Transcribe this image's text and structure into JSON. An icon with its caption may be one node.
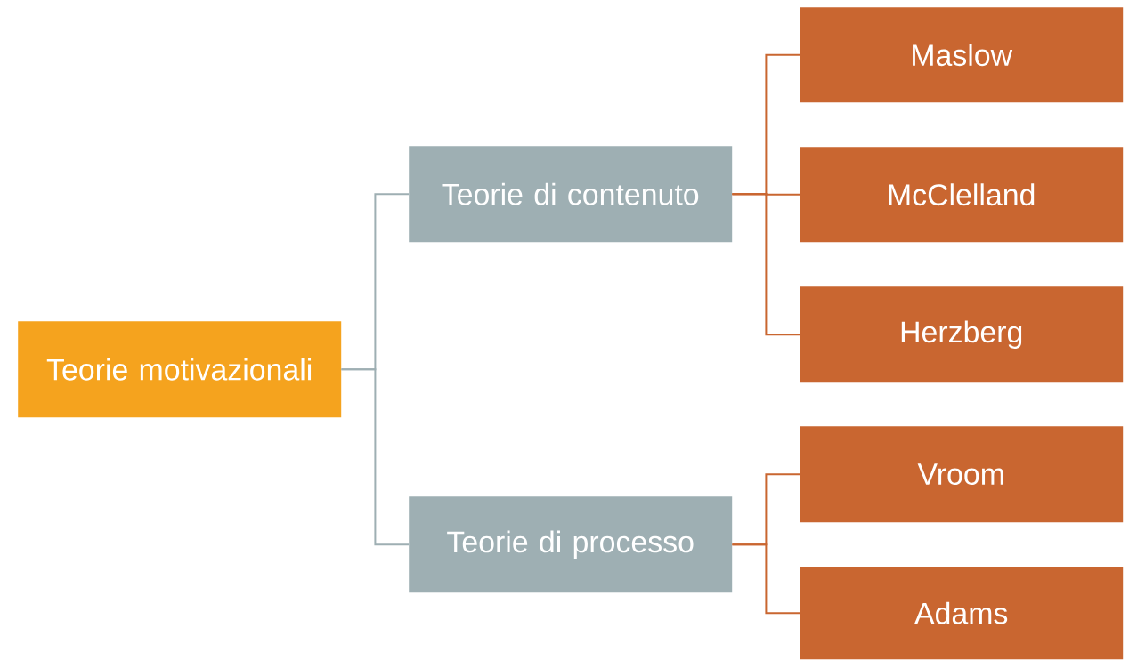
{
  "diagram": {
    "nodes": [
      {
        "text": [
          "Teorie motivazionali"
        ]
      },
      {
        "text": [
          "Teorie di contenuto"
        ]
      },
      {
        "text": [
          "Teorie di processo"
        ]
      },
      {
        "text": [
          "Maslow"
        ]
      },
      {
        "text": [
          "McClelland"
        ]
      },
      {
        "text": [
          "Herzberg"
        ]
      },
      {
        "text": [
          "Vroom"
        ]
      },
      {
        "text": [
          "Adams"
        ]
      }
    ],
    "edges": [
      {
        "from": 0,
        "to": 1,
        "arrow": "none",
        "color": "#9eafb3"
      },
      {
        "from": 0,
        "to": 2,
        "arrow": "none",
        "color": "#9eafb3"
      },
      {
        "from": 1,
        "to": 3,
        "arrow": "none",
        "color": "#c96630"
      },
      {
        "from": 1,
        "to": 4,
        "arrow": "none",
        "color": "#c96630"
      },
      {
        "from": 1,
        "to": 5,
        "arrow": "none",
        "color": "#c96630"
      },
      {
        "from": 2,
        "to": 6,
        "arrow": "none",
        "color": "#c96630"
      },
      {
        "from": 2,
        "to": 7,
        "arrow": "none",
        "color": "#c96630"
      }
    ]
  }
}
